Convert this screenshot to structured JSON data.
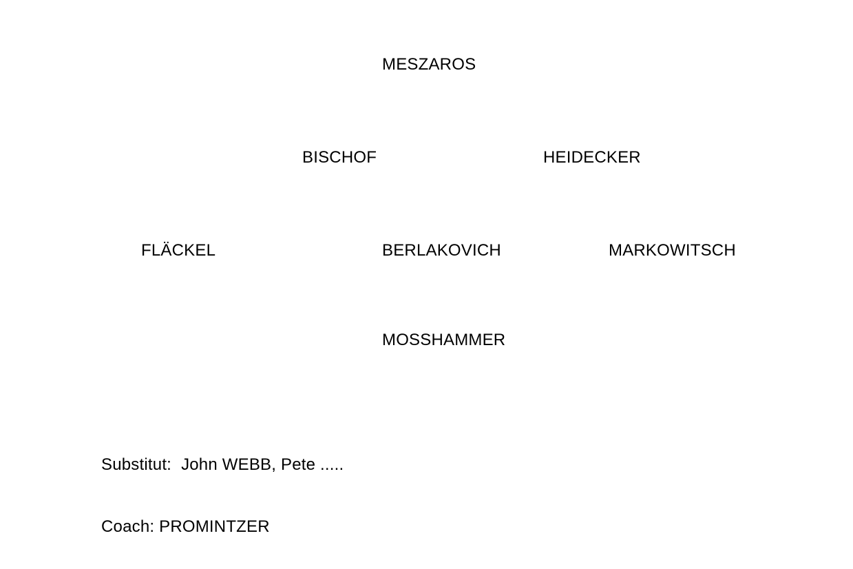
{
  "lineup": {
    "players": [
      "MESZAROS",
      "BISCHOF",
      "HEIDECKER",
      "FLÄCKEL",
      "BERLAKOVICH",
      "MARKOWITSCH",
      "MOSSHAMMER"
    ]
  },
  "substitutes": {
    "label": "Substitut:",
    "names": "John WEBB, Pete ....."
  },
  "coach": {
    "label": "Coach:",
    "name": "PROMINTZER"
  }
}
